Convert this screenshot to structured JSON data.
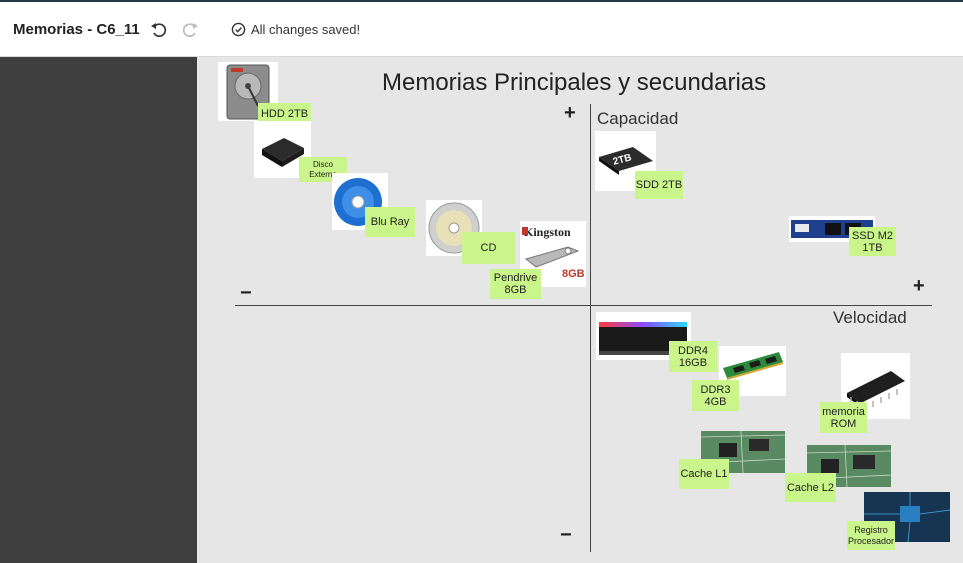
{
  "header": {
    "doc_title": "Memorias - C6_11",
    "saved_text": "All changes saved!"
  },
  "board": {
    "title": "Memorias Principales y secundarias",
    "y_label": "Capacidad",
    "x_label": "Velocidad",
    "plus": "+",
    "minus": "−"
  },
  "notes": {
    "hdd": "HDD 2TB",
    "disco_1": "Disco",
    "disco_2": "Externo",
    "bluray": "Blu Ray",
    "cd": "CD",
    "pendrive_1": "Pendrive",
    "pendrive_2": "8GB",
    "ssd": "SDD 2TB",
    "m2_1": "SSD M2",
    "m2_2": "1TB",
    "ddr4_1": "DDR4",
    "ddr4_2": "16GB",
    "ddr3_1": "DDR3",
    "ddr3_2": "4GB",
    "rom_1": "memoria",
    "rom_2": "ROM",
    "cache1": "Cache L1",
    "cache2": "Cache L2",
    "reg_1": "Registro",
    "reg_2": "Procesador"
  },
  "logos": {
    "kingston": "Kingston",
    "usb_size": "8GB",
    "ssd_size": "2TB"
  }
}
